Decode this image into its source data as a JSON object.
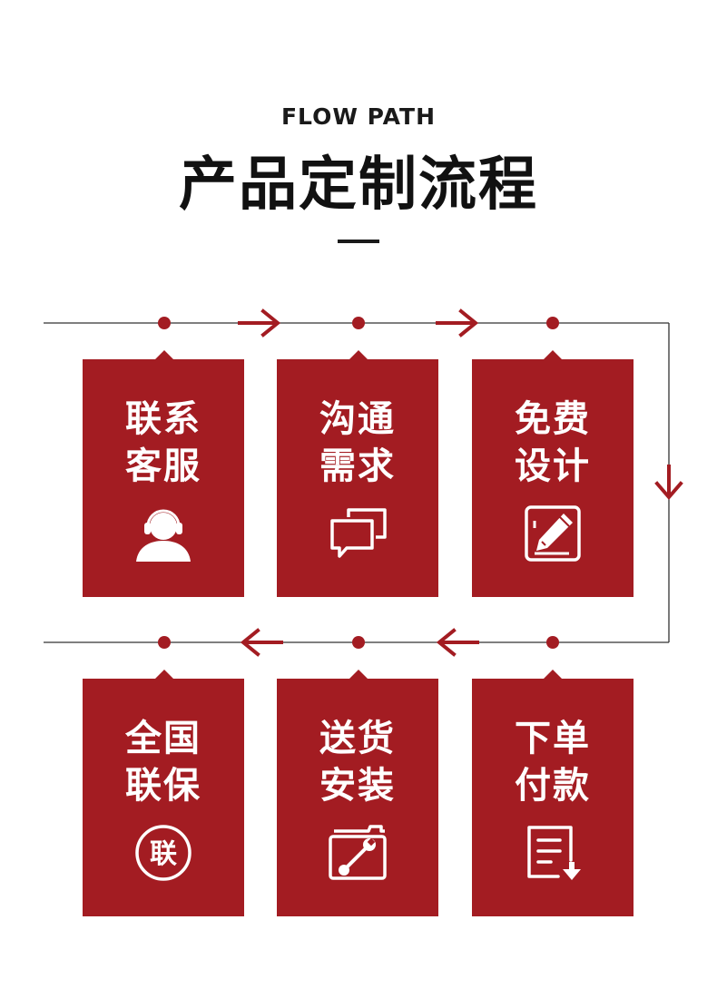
{
  "header": {
    "subtitle": "FLOW PATH",
    "title": "产品定制流程"
  },
  "colors": {
    "accent": "#a31c22",
    "line": "#333333"
  },
  "steps": [
    {
      "line1": "联系",
      "line2": "客服",
      "icon": "customer-service-headset-icon"
    },
    {
      "line1": "沟通",
      "line2": "需求",
      "icon": "chat-bubbles-icon"
    },
    {
      "line1": "免费",
      "line2": "设计",
      "icon": "pencil-edit-icon"
    },
    {
      "line1": "下单",
      "line2": "付款",
      "icon": "document-download-icon"
    },
    {
      "line1": "送货",
      "line2": "安装",
      "icon": "toolbox-wrench-icon"
    },
    {
      "line1": "全国",
      "line2": "联保",
      "icon": "warranty-badge-icon",
      "badge_text": "联"
    }
  ]
}
